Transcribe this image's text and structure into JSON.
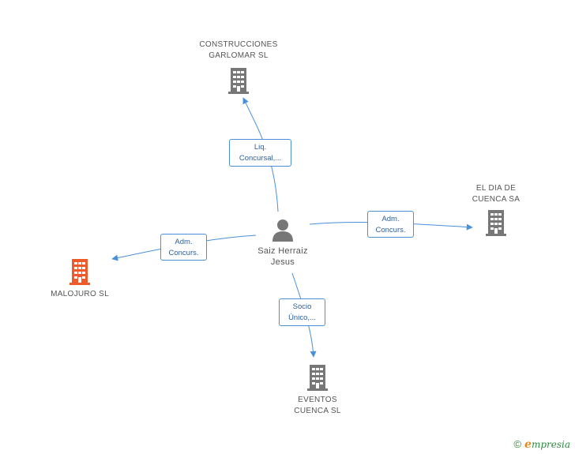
{
  "colors": {
    "edge": "#4a90d9",
    "company_icon": "#777777",
    "highlight_icon": "#f05a2b",
    "person_icon": "#777777"
  },
  "nodes": {
    "person": {
      "label": "Saiz Herraiz\nJesus",
      "icon": "person-icon"
    },
    "construcciones": {
      "label": "CONSTRUCCIONES\nGARLOMAR SL",
      "icon": "building-icon"
    },
    "eldia": {
      "label": "EL DIA DE\nCUENCA SA",
      "icon": "building-icon"
    },
    "malojuro": {
      "label": "MALOJURO SL",
      "icon": "building-icon"
    },
    "eventos": {
      "label": "EVENTOS\nCUENCA SL",
      "icon": "building-icon"
    }
  },
  "edges": {
    "construcciones": {
      "label": "Liq.\nConcursal,..."
    },
    "eldia": {
      "label": "Adm.\nConcurs."
    },
    "malojuro": {
      "label": "Adm.\nConcurs."
    },
    "eventos": {
      "label": "Socio\nÚnico,..."
    }
  },
  "footer": {
    "copyright": "©",
    "brand_initial": "e",
    "brand_rest": "mpresia"
  }
}
